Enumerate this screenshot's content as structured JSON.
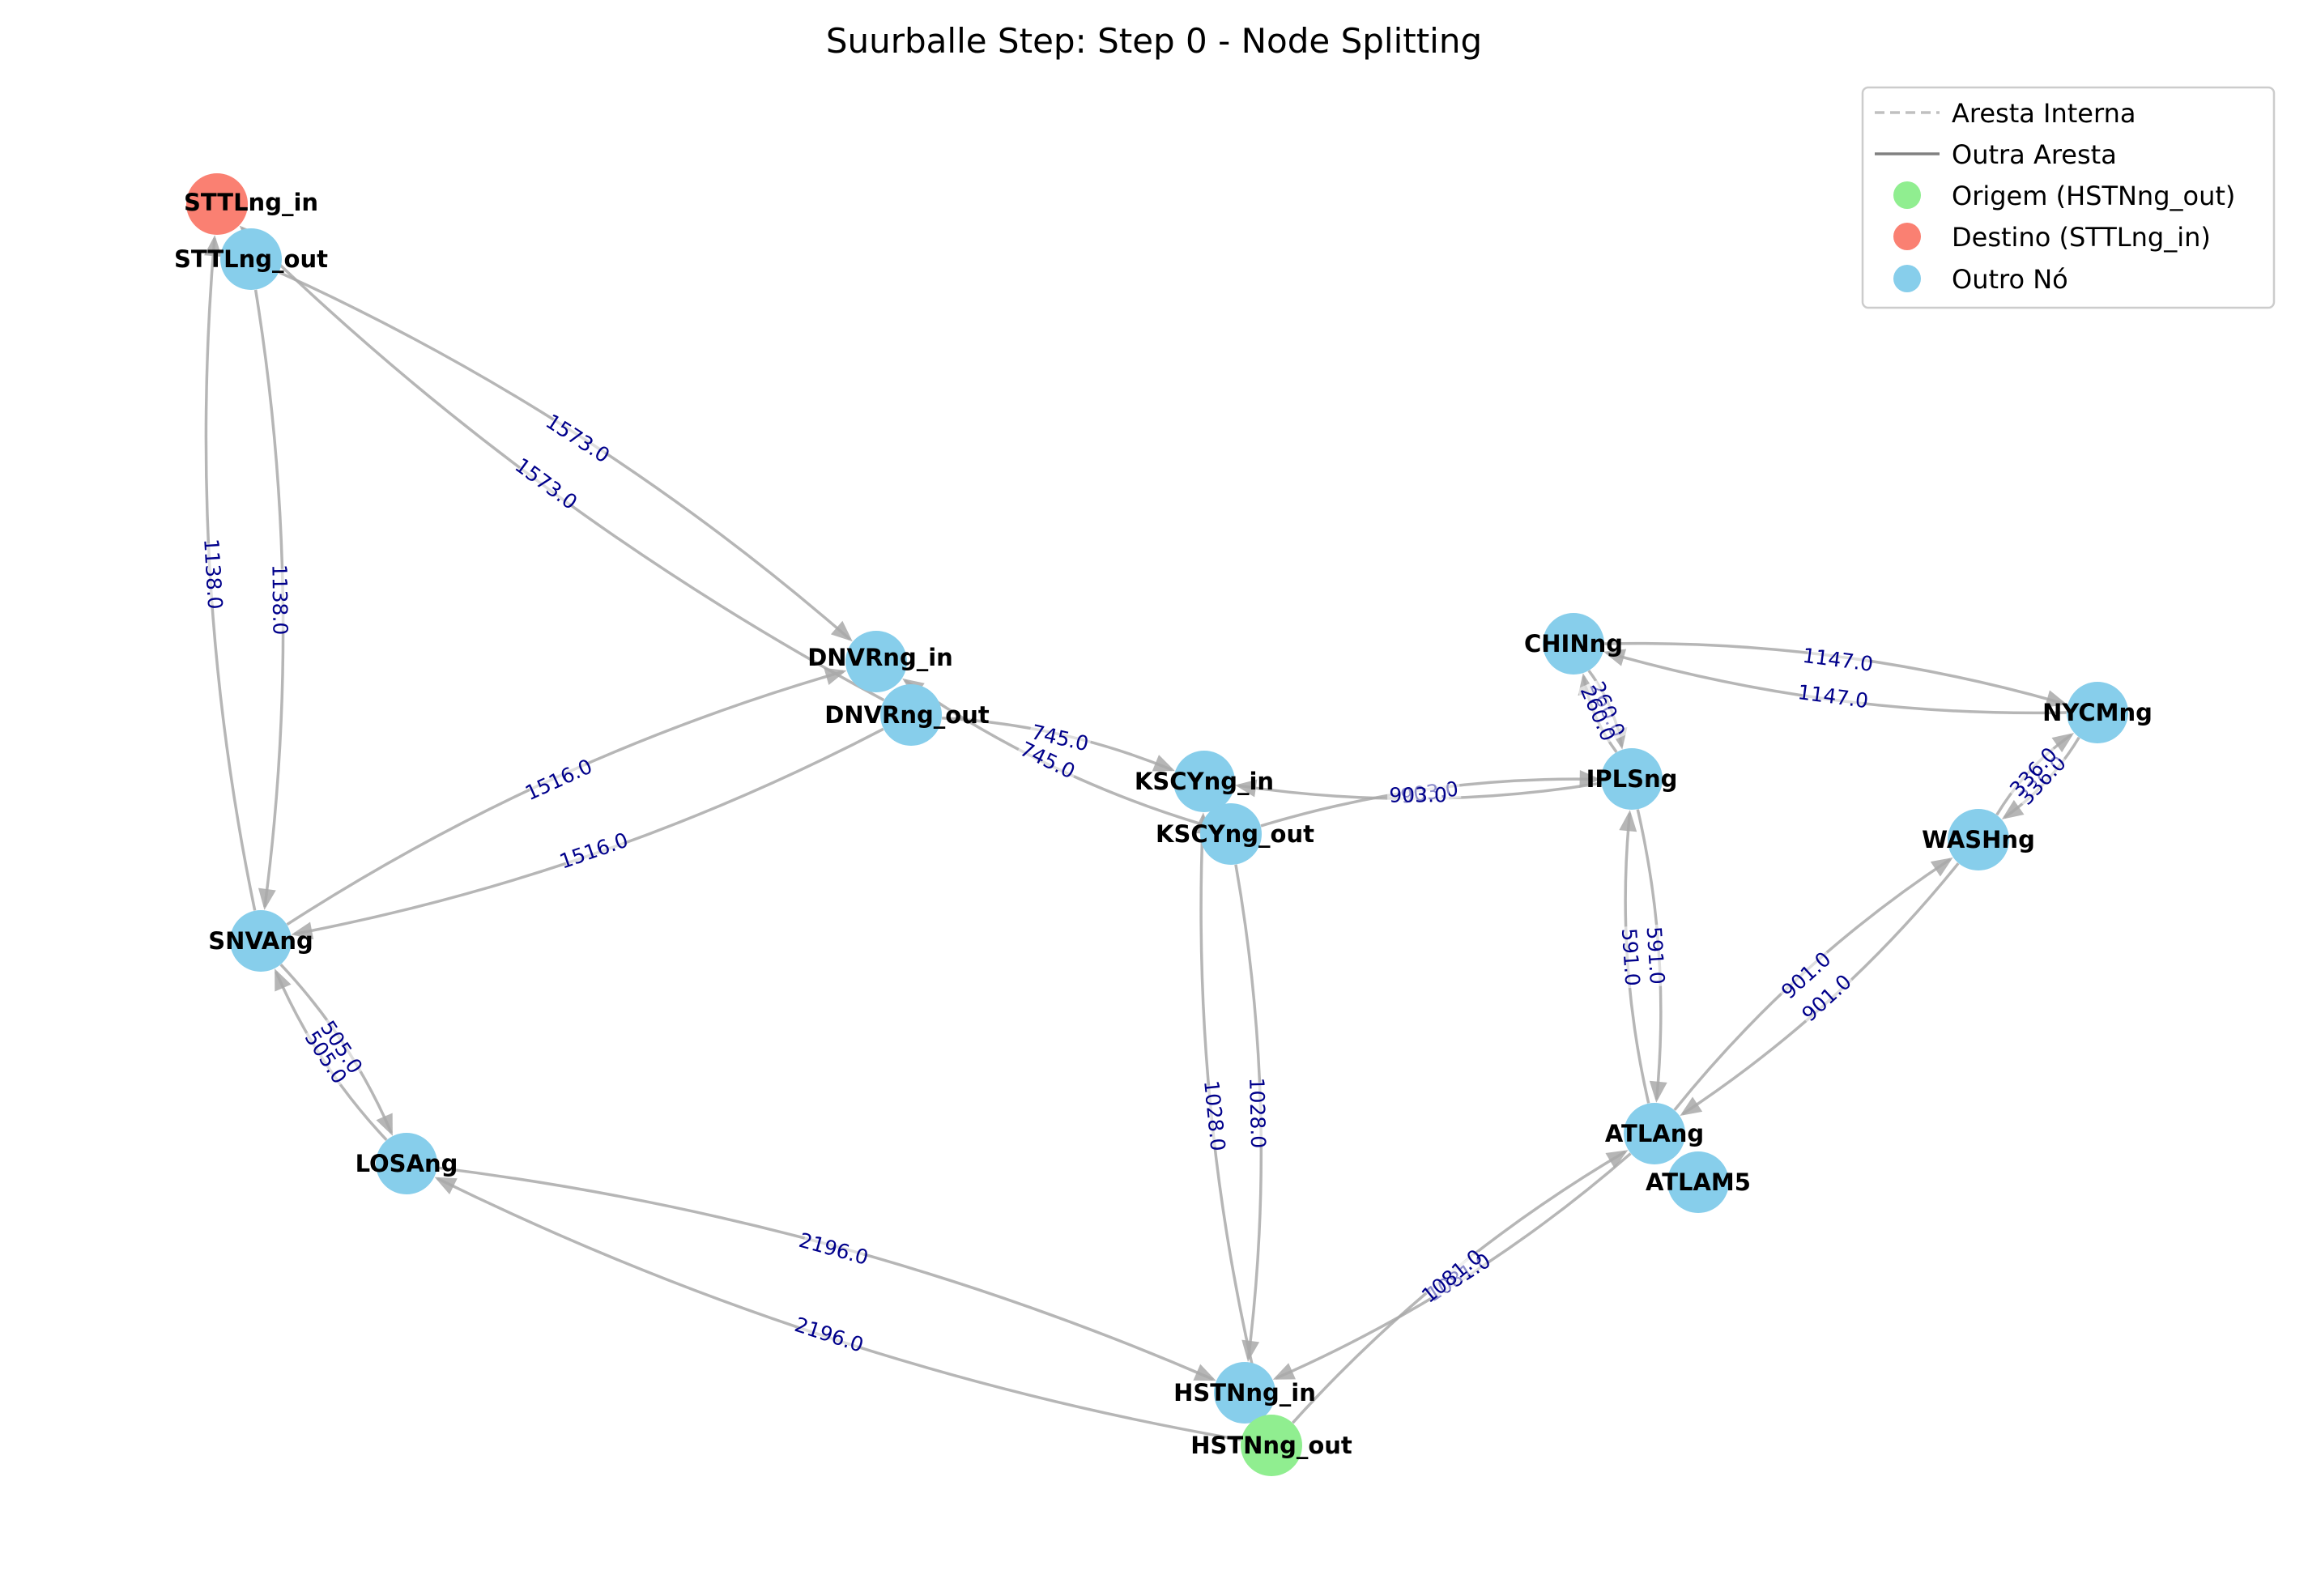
{
  "title": "Suurballe Step: Step 0 - Node Splitting",
  "colors": {
    "origin": "#90ee90",
    "destination": "#fa8072",
    "other": "#87ceeb",
    "edge": "#a9a9a9",
    "edge_label": "#00008b",
    "legend_internal": "#c0c0c0",
    "legend_other": "#808080"
  },
  "legend": {
    "items": [
      {
        "label": "Aresta Interna",
        "kind": "dashed-line",
        "color": "#c0c0c0"
      },
      {
        "label": "Outra Aresta",
        "kind": "solid-line",
        "color": "#808080"
      },
      {
        "label": "Origem (HSTNng_out)",
        "kind": "dot",
        "color": "#90ee90"
      },
      {
        "label": "Destino (STTLng_in)",
        "kind": "dot",
        "color": "#fa8072"
      },
      {
        "label": "Outro Nó",
        "kind": "dot",
        "color": "#87ceeb"
      }
    ]
  },
  "nodes": [
    {
      "id": "STTLng_in",
      "label": "STTLng_in",
      "role": "destination"
    },
    {
      "id": "STTLng_out",
      "label": "STTLng_out",
      "role": "other"
    },
    {
      "id": "DNVRng_in",
      "label": "DNVRng_in",
      "role": "other"
    },
    {
      "id": "DNVRng_out",
      "label": "DNVRng_out",
      "role": "other"
    },
    {
      "id": "KSCYng_in",
      "label": "KSCYng_in",
      "role": "other"
    },
    {
      "id": "KSCYng_out",
      "label": "KSCYng_out",
      "role": "other"
    },
    {
      "id": "SNVAng",
      "label": "SNVAng",
      "role": "other"
    },
    {
      "id": "LOSAng",
      "label": "LOSAng",
      "role": "other"
    },
    {
      "id": "CHINng",
      "label": "CHINng",
      "role": "other"
    },
    {
      "id": "IPLSng",
      "label": "IPLSng",
      "role": "other"
    },
    {
      "id": "NYCMng",
      "label": "NYCMng",
      "role": "other"
    },
    {
      "id": "WASHng",
      "label": "WASHng",
      "role": "other"
    },
    {
      "id": "ATLAng",
      "label": "ATLAng",
      "role": "other"
    },
    {
      "id": "ATLAM5",
      "label": "ATLAM5",
      "role": "other"
    },
    {
      "id": "HSTNng_in",
      "label": "HSTNng_in",
      "role": "other"
    },
    {
      "id": "HSTNng_out",
      "label": "HSTNng_out",
      "role": "origin"
    }
  ],
  "edges": [
    {
      "from": "STTLng_out",
      "to": "DNVRng_in",
      "weight": "1573.0"
    },
    {
      "from": "DNVRng_out",
      "to": "STTLng_in",
      "weight": "1573.0"
    },
    {
      "from": "STTLng_out",
      "to": "SNVAng",
      "weight": "1138.0"
    },
    {
      "from": "SNVAng",
      "to": "STTLng_in",
      "weight": "1138.0"
    },
    {
      "from": "DNVRng_out",
      "to": "SNVAng",
      "weight": "1516.0"
    },
    {
      "from": "SNVAng",
      "to": "DNVRng_in",
      "weight": "1516.0"
    },
    {
      "from": "DNVRng_out",
      "to": "KSCYng_in",
      "weight": "745.0"
    },
    {
      "from": "KSCYng_out",
      "to": "DNVRng_in",
      "weight": "745.0"
    },
    {
      "from": "KSCYng_out",
      "to": "IPLSng",
      "weight": "903.0"
    },
    {
      "from": "IPLSng",
      "to": "KSCYng_in",
      "weight": "903.0"
    },
    {
      "from": "KSCYng_out",
      "to": "HSTNng_in",
      "weight": "1028.0"
    },
    {
      "from": "HSTNng_out",
      "to": "KSCYng_in",
      "weight": "1028.0"
    },
    {
      "from": "SNVAng",
      "to": "LOSAng",
      "weight": "505.0"
    },
    {
      "from": "LOSAng",
      "to": "SNVAng",
      "weight": "505.0"
    },
    {
      "from": "LOSAng",
      "to": "HSTNng_in",
      "weight": "2196.0"
    },
    {
      "from": "HSTNng_out",
      "to": "LOSAng",
      "weight": "2196.0"
    },
    {
      "from": "ATLAng",
      "to": "HSTNng_in",
      "weight": "1081.0"
    },
    {
      "from": "HSTNng_out",
      "to": "ATLAng",
      "weight": "1081.0"
    },
    {
      "from": "IPLSng",
      "to": "ATLAng",
      "weight": "591.0"
    },
    {
      "from": "ATLAng",
      "to": "IPLSng",
      "weight": "591.0"
    },
    {
      "from": "ATLAng",
      "to": "WASHng",
      "weight": "901.0"
    },
    {
      "from": "WASHng",
      "to": "ATLAng",
      "weight": "901.0"
    },
    {
      "from": "CHINng",
      "to": "NYCMng",
      "weight": "1147.0"
    },
    {
      "from": "NYCMng",
      "to": "CHINng",
      "weight": "1147.0"
    },
    {
      "from": "CHINng",
      "to": "IPLSng",
      "weight": "260.0"
    },
    {
      "from": "IPLSng",
      "to": "CHINng",
      "weight": "260.0"
    },
    {
      "from": "NYCMng",
      "to": "WASHng",
      "weight": "336.0"
    },
    {
      "from": "WASHng",
      "to": "NYCMng",
      "weight": "336.0"
    }
  ]
}
